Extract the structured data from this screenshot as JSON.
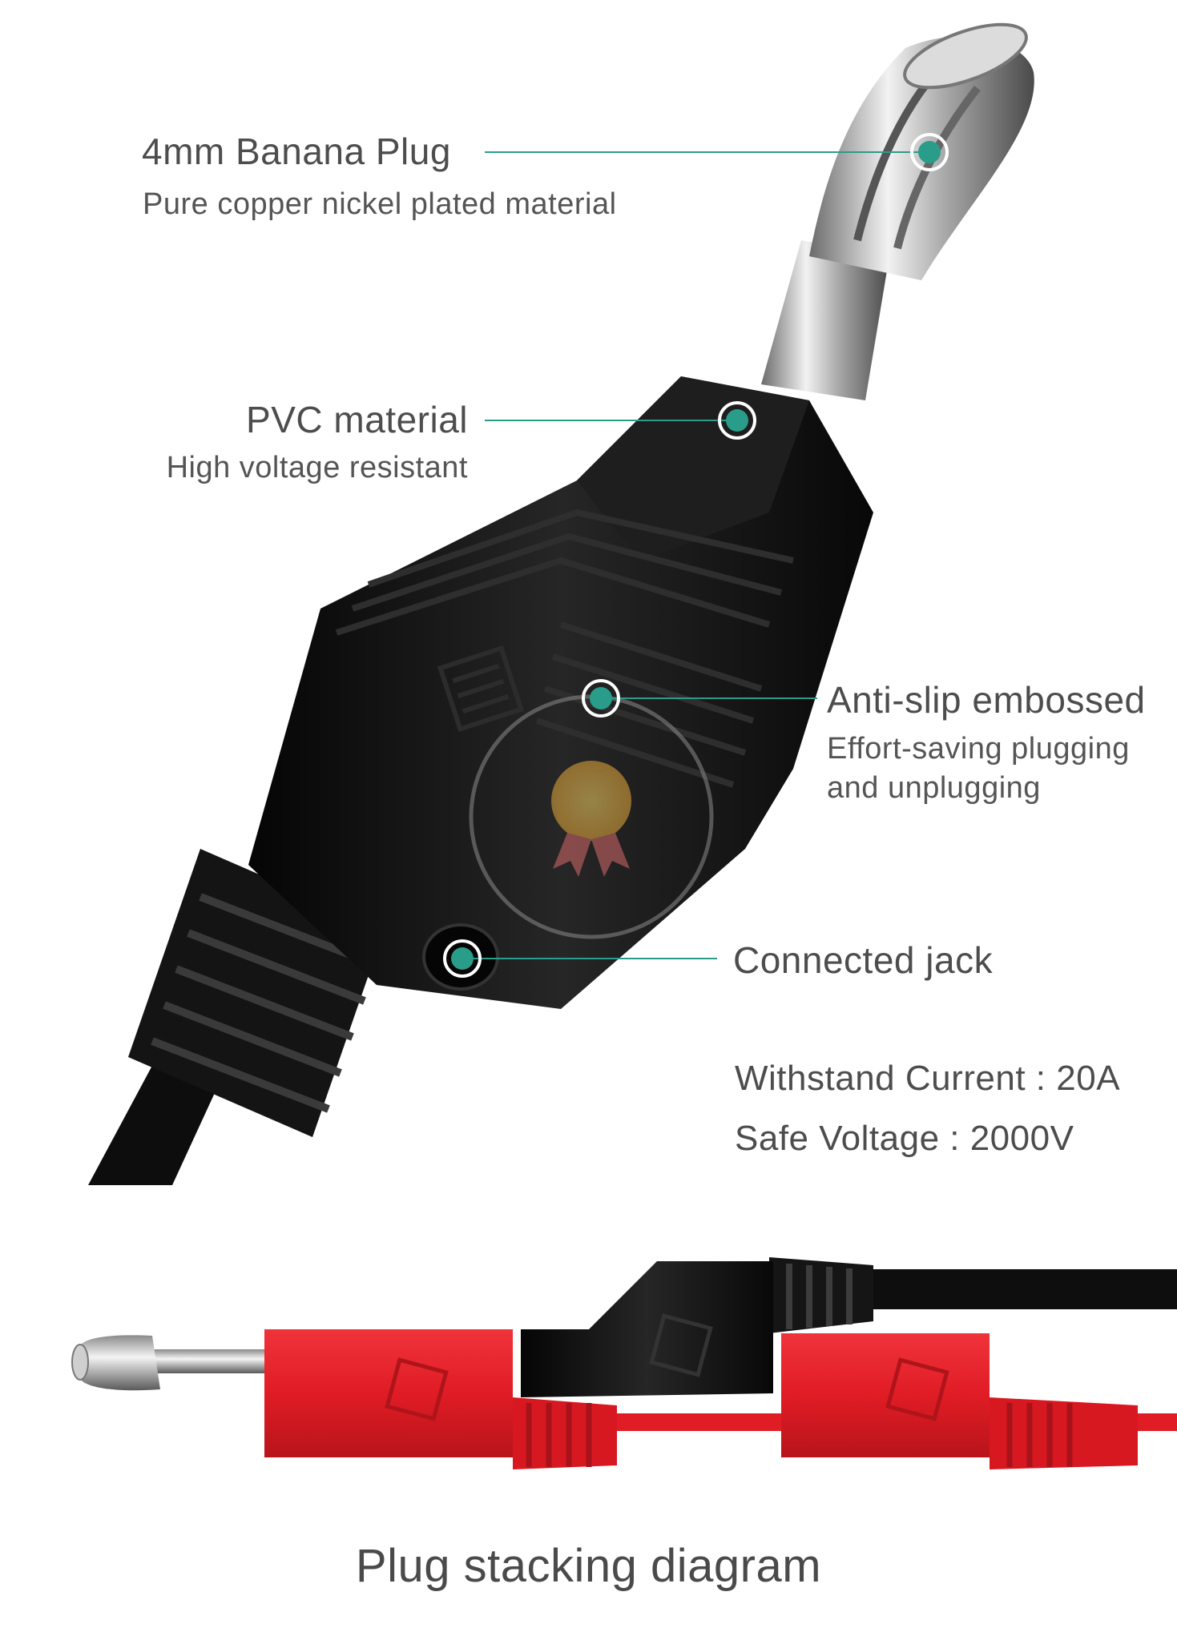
{
  "callouts": [
    {
      "title": "4mm Banana Plug",
      "subtitle": "Pure copper nickel plated material"
    },
    {
      "title": "PVC material",
      "subtitle": "High voltage resistant"
    },
    {
      "title": "Anti-slip embossed",
      "subtitle_line1": "Effort-saving plugging",
      "subtitle_line2": "and unplugging"
    },
    {
      "title": "Connected jack"
    }
  ],
  "specs": {
    "current": "Withstand Current : 20A",
    "voltage": "Safe Voltage : 2000V"
  },
  "caption": "Plug stacking diagram",
  "colors": {
    "accent": "#2a9d8a",
    "plug_black": "#111111",
    "plug_red": "#e8202a",
    "metal": "#c8c8c8"
  }
}
